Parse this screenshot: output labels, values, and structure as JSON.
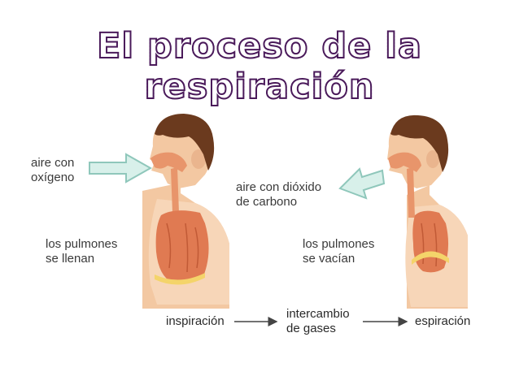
{
  "title": "El proceso de la respiración",
  "labels": {
    "inhale_air": "aire con\noxígeno",
    "exhale_air": "aire con dióxido\nde carbono",
    "lungs_fill": "los pulmones\nse llenan",
    "lungs_empty": "los pulmones\nse vacían"
  },
  "flow": {
    "step1": "inspiración",
    "step2": "intercambio\nde gases",
    "step3": "espiración"
  },
  "colors": {
    "skin": "#f3c8a2",
    "hair": "#6b3a1e",
    "lung": "#e07a52",
    "airway": "#e8956b",
    "arrow_fill": "#d8f0ea",
    "arrow_stroke": "#8fc7bb"
  }
}
